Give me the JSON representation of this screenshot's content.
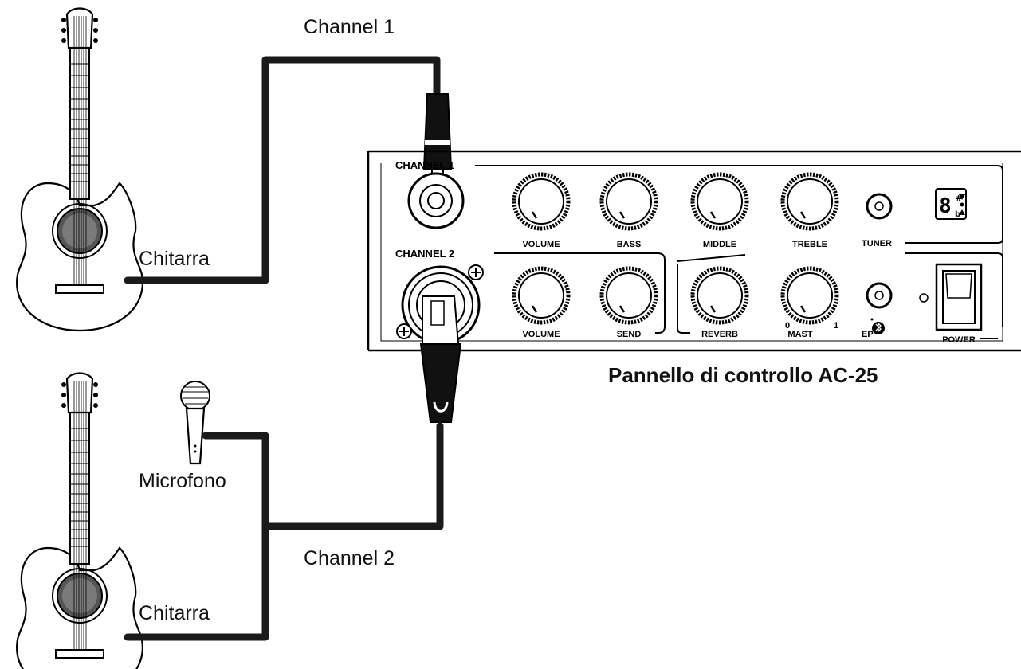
{
  "diagram": {
    "channel1_label": "Channel 1",
    "channel2_label": "Channel 2",
    "guitar1_label": "Chitarra",
    "guitar2_label": "Chitarra",
    "microphone_label": "Microfono",
    "panel_caption": "Pannello di controllo AC-25"
  },
  "panel": {
    "channel1_header": "CHANNEL 1",
    "channel2_header": "CHANNEL 2",
    "knobs_row1": [
      "VOLUME",
      "BASS",
      "MIDDLE",
      "TREBLE"
    ],
    "knobs_row2_ch2": [
      "VOLUME",
      "SEND"
    ],
    "knobs_row2_fx": [
      "REVERB",
      "MAST"
    ],
    "tuner_label": "TUNER",
    "ep_label": "EP",
    "power_label": "POWER",
    "mast_scale_min": "0",
    "mast_scale_max": "1",
    "tuner_display_digit": "8",
    "tuner_sharp": "#",
    "tuner_flat": "b"
  }
}
